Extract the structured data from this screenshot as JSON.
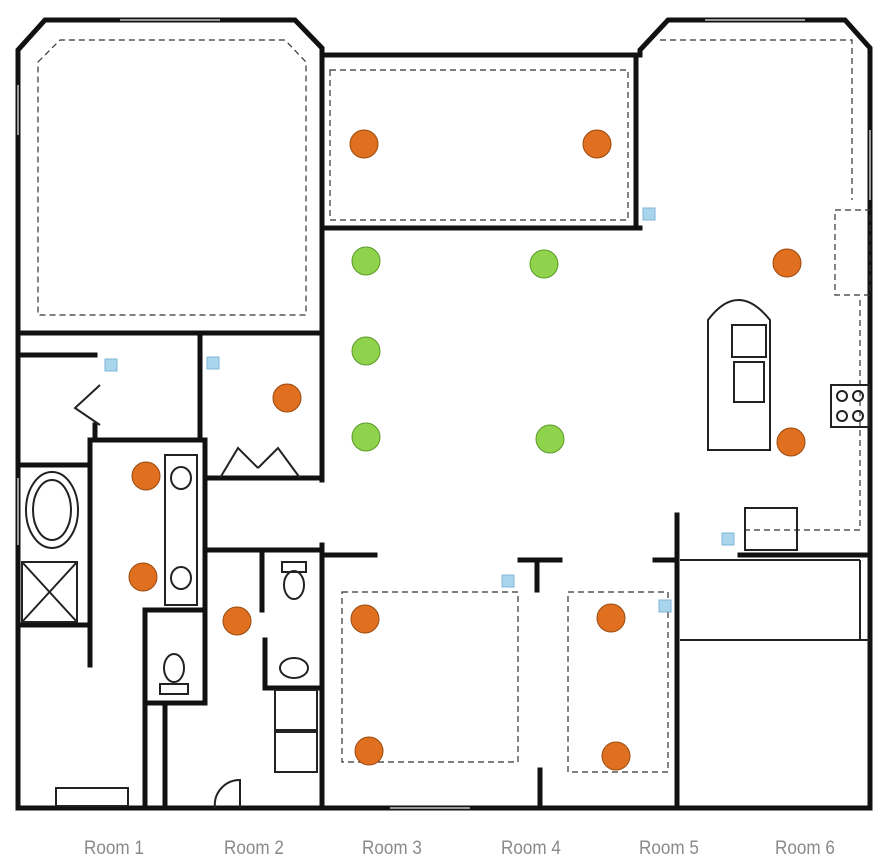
{
  "colors": {
    "orange_marker": "#e0701f",
    "green_marker": "#8fd24c",
    "blue_marker": "#a9d6ec",
    "wall": "#111111",
    "label": "#8a8a8a"
  },
  "room_labels": [
    "Room 1",
    "Room 2",
    "Room 3",
    "Room 4",
    "Room 5",
    "Room 6"
  ],
  "marker_counts": {
    "orange": 12,
    "green": 5,
    "blue": 6
  }
}
